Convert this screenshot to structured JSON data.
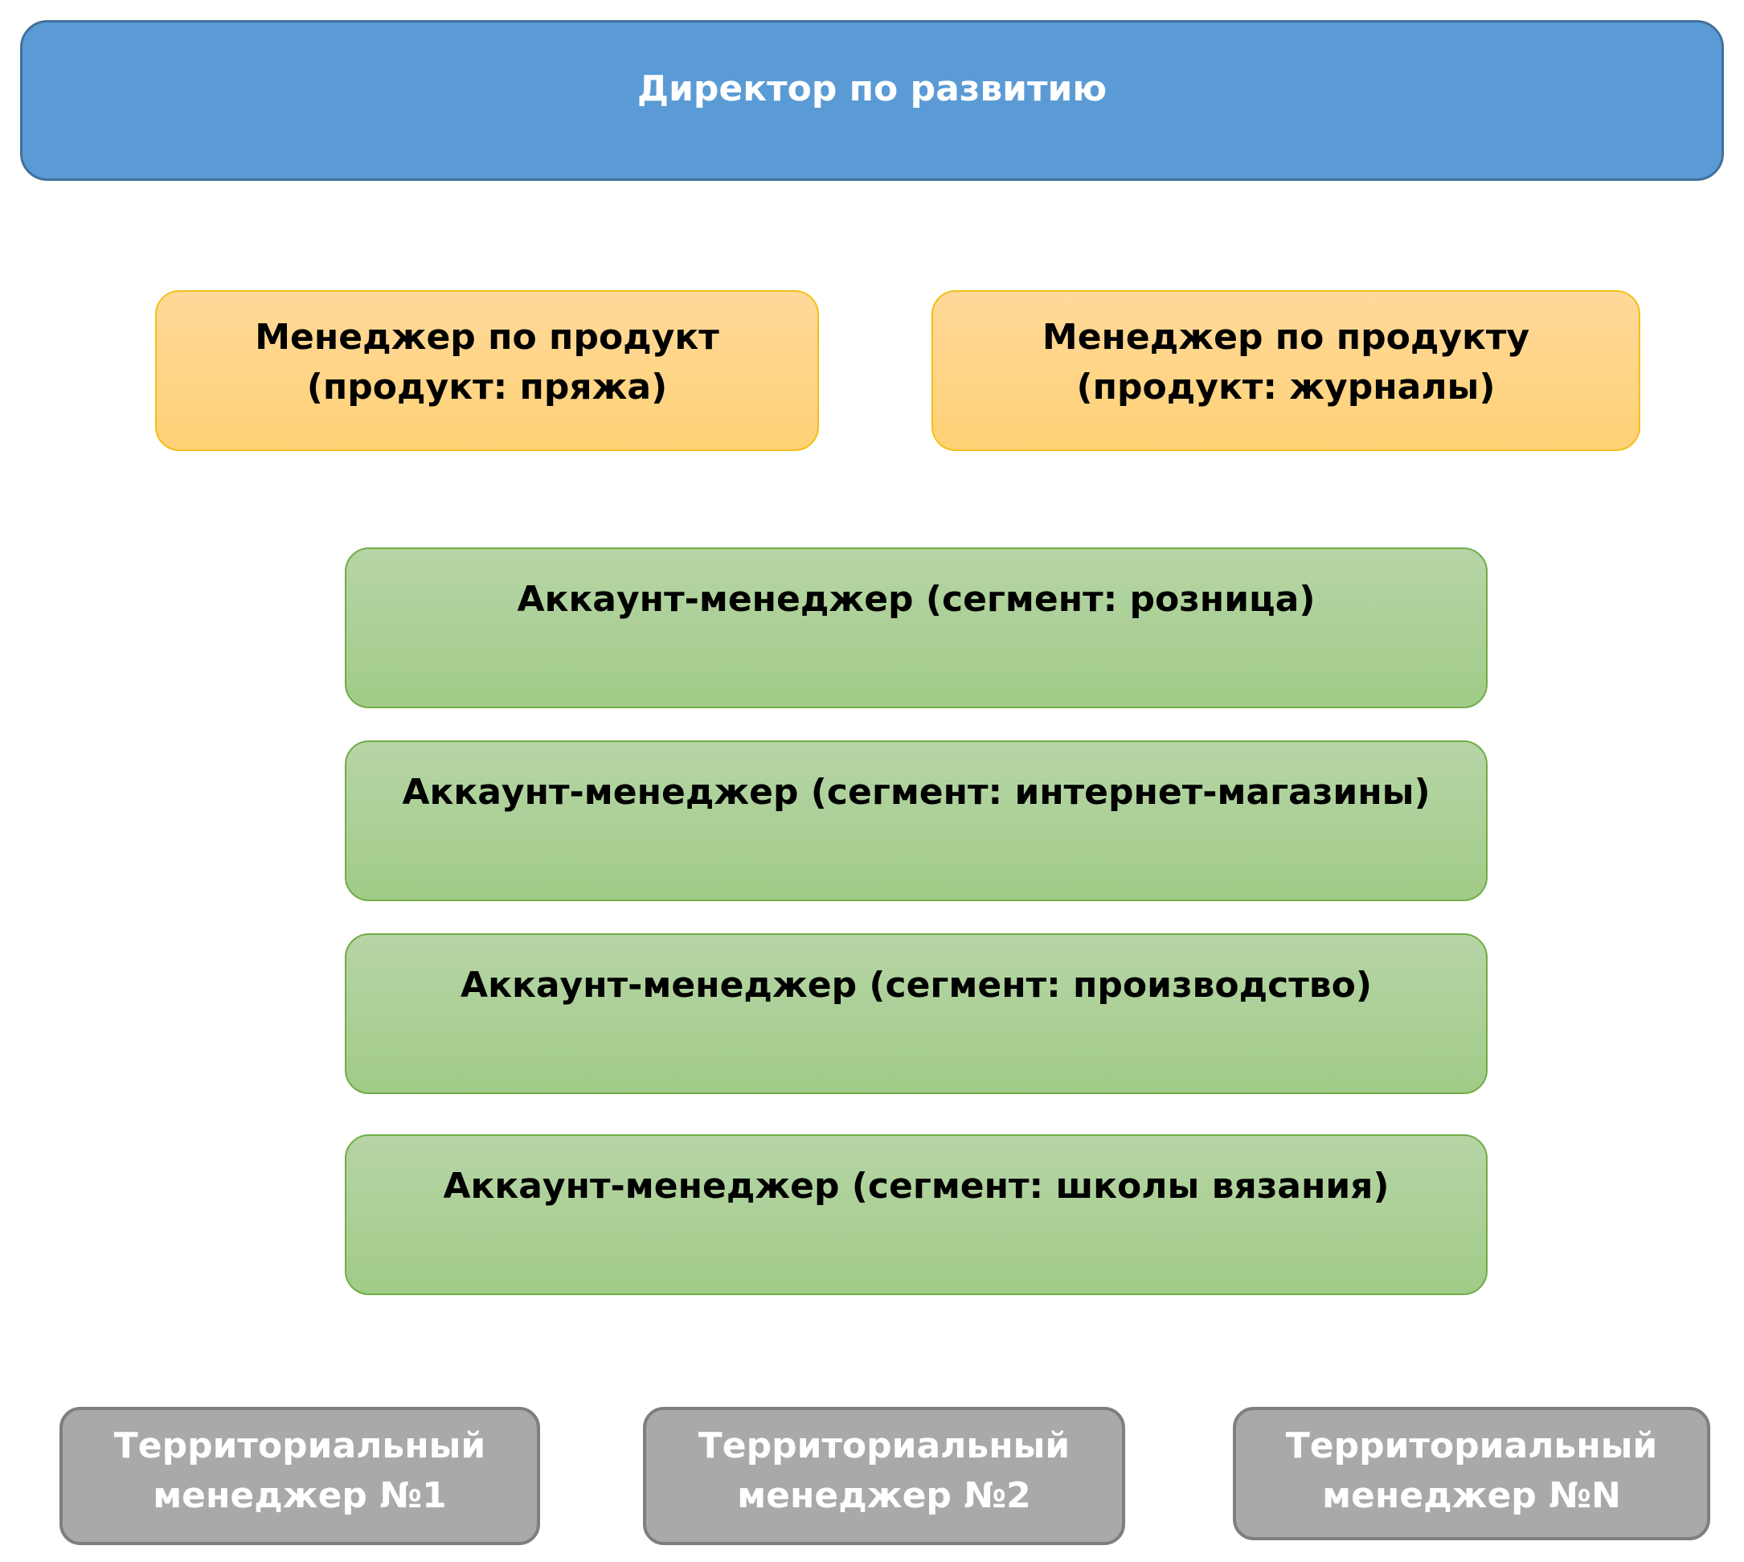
{
  "director": {
    "title": "Директор по развитию"
  },
  "product_managers": [
    {
      "line1": "Менеджер по продукт",
      "line2": "(продукт: пряжа)"
    },
    {
      "line1": "Менеджер по продукту",
      "line2": "(продукт: журналы)"
    }
  ],
  "account_managers": [
    {
      "label": "Аккаунт-менеджер (сегмент: розница)"
    },
    {
      "label": "Аккаунт-менеджер (сегмент: интернет-магазины)"
    },
    {
      "label": "Аккаунт-менеджер (сегмент: производство)"
    },
    {
      "label": "Аккаунт-менеджер (сегмент: школы вязания)"
    }
  ],
  "territorial_managers": [
    {
      "line1": "Территориальный",
      "line2": "менеджер №1"
    },
    {
      "line1": "Территориальный",
      "line2": "менеджер №2"
    },
    {
      "line1": "Территориальный",
      "line2": "менеджер №N"
    }
  ],
  "colors": {
    "director_fill": "#5b9bd5",
    "product_fill": "#ffd176",
    "account_fill": "#a1cb88",
    "territorial_fill": "#a9a9a9"
  }
}
